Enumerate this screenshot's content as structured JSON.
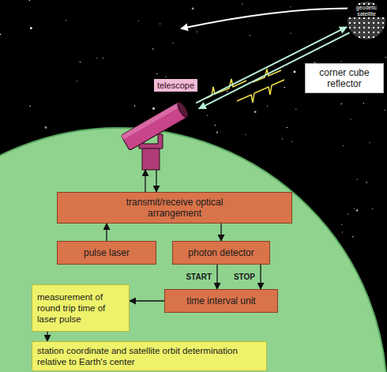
{
  "diagram": {
    "nodes": [
      {
        "text": [
          "geodetic satellite"
        ]
      },
      {
        "text": [
          "corner cube reflector"
        ]
      },
      {
        "text": [
          "telescope"
        ]
      },
      {
        "text": [
          "transmit/receive optical arrangement"
        ]
      },
      {
        "text": [
          "pulse laser"
        ]
      },
      {
        "text": [
          "photon detector"
        ]
      },
      {
        "text": [
          "time interval unit"
        ]
      },
      {
        "text": [
          "measurement of round trip time of laser pulse"
        ]
      },
      {
        "text": [
          "station coordinate and satellite orbit determination relative to Earth's center"
        ]
      }
    ],
    "edges": [
      {
        "from": 2,
        "to": 0,
        "arrow": "to"
      },
      {
        "from": 0,
        "to": 2,
        "arrow": "to"
      },
      {
        "from": 3,
        "to": 2,
        "arrow": "to"
      },
      {
        "from": 2,
        "to": 3,
        "arrow": "to"
      },
      {
        "from": 4,
        "to": 3,
        "arrow": "to"
      },
      {
        "from": 3,
        "to": 5,
        "arrow": "to"
      },
      {
        "from": 5,
        "to": 6,
        "label": "START",
        "arrow": "to"
      },
      {
        "from": 5,
        "to": 6,
        "label": "STOP",
        "arrow": "to"
      },
      {
        "from": 6,
        "to": 7,
        "arrow": "to"
      },
      {
        "from": 7,
        "to": 8,
        "arrow": "to"
      }
    ]
  }
}
